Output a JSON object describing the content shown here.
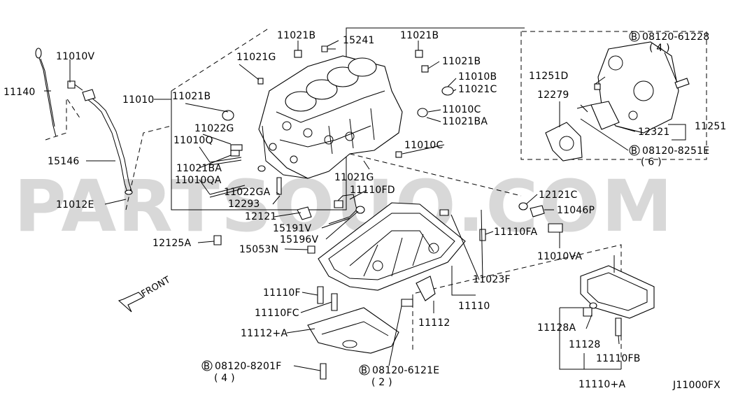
{
  "watermark": "PARTSOUQ.COM",
  "diagram_code": "J11000FX",
  "front_label": "FRONT",
  "labels": {
    "l_11010V": "11010V",
    "l_11140": "11140",
    "l_15146": "15146",
    "l_11012E": "11012E",
    "l_11010": "11010",
    "l_11021B_a": "11021B",
    "l_15241": "15241",
    "l_11021B_b": "11021B",
    "l_11021G_a": "11021G",
    "l_11021B_c": "11021B",
    "l_11010B": "11010B",
    "l_11021C": "11021C",
    "l_11021B_d": "11021B",
    "l_11010C_a": "11010C",
    "l_11022G": "11022G",
    "l_11021BA_a": "11021BA",
    "l_11010Q": "11010Q",
    "l_11021BA_b": "11021BA",
    "l_11010QA": "11010QA",
    "l_11010C_b": "11010C",
    "l_11021G_b": "11021G",
    "l_11022GA": "11022GA",
    "l_12293": "12293",
    "l_11110FD": "11110FD",
    "l_12121": "12121",
    "l_15191V": "15191V",
    "l_15196V": "15196V",
    "l_12125A": "12125A",
    "l_15053N": "15053N",
    "l_11110FA": "11110FA",
    "l_11023F": "11023F",
    "l_11110F": "11110F",
    "l_11110FC": "11110FC",
    "l_11110": "11110",
    "l_11112": "11112",
    "l_11112A": "11112+A",
    "l_bolt_8201F": "08120-8201F",
    "l_qty_8201F": "( 4 )",
    "l_bolt_6121E": "08120-6121E",
    "l_qty_6121E": "( 2 )",
    "l_bolt_61228": "08120-61228",
    "l_qty_61228": "( 4 )",
    "l_11251D": "11251D",
    "l_12279": "12279",
    "l_12321": "12321",
    "l_11251": "11251",
    "l_bolt_8251E": "08120-8251E",
    "l_qty_8251E": "( 6 )",
    "l_12121C": "12121C",
    "l_11046P": "11046P",
    "l_11010VA": "11010VA",
    "l_11128A": "11128A",
    "l_11128": "11128",
    "l_11110FB": "11110FB",
    "l_11110A": "11110+A",
    "bolt_symbol": "B"
  }
}
